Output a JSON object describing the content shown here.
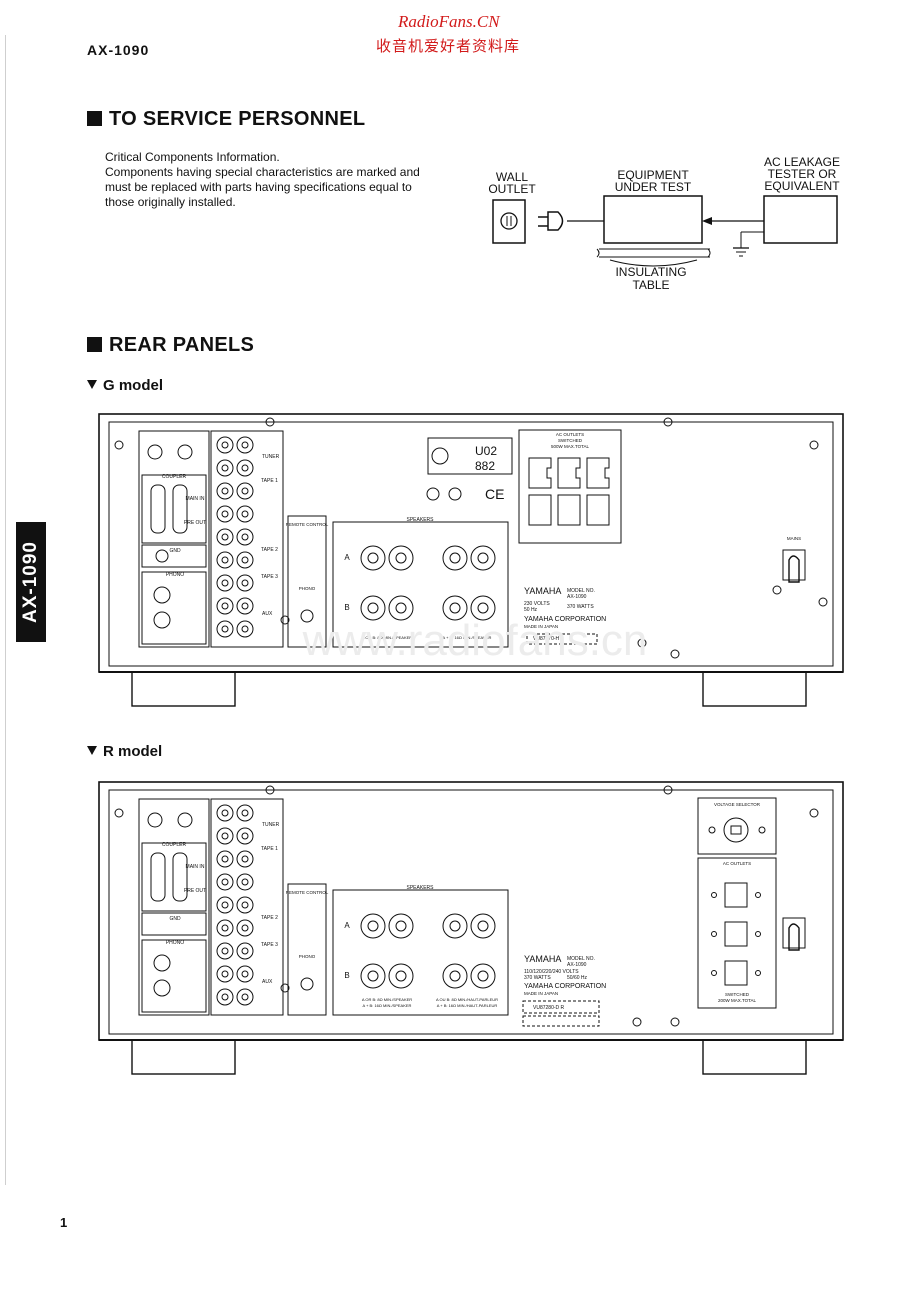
{
  "watermark": {
    "title": "RadioFans.CN",
    "subtitle": "收音机爱好者资料库",
    "faint": "www.radiofans.cn"
  },
  "header": {
    "model": "AX-1090"
  },
  "side_tab": {
    "label": "AX-1090"
  },
  "service": {
    "title": "TO SERVICE PERSONNEL",
    "lines": [
      "Critical Components Information.",
      "Components having special characteristics are marked and",
      "must be replaced with parts having specifications equal to",
      "those originally installed."
    ],
    "diagram": {
      "wall_outlet": [
        "WALL",
        "OUTLET"
      ],
      "equipment": [
        "EQUIPMENT",
        "UNDER TEST"
      ],
      "tester": [
        "AC LEAKAGE",
        "TESTER OR",
        "EQUIVALENT"
      ],
      "table": [
        "INSULATING",
        "TABLE"
      ]
    }
  },
  "rear": {
    "title": "REAR PANELS",
    "g_model": {
      "label": "G model",
      "input_labels": [
        "TUNER",
        "TAPE 1",
        "TAPE 2",
        "TAPE 3",
        "AUX"
      ],
      "coupler": "COUPLER",
      "main_in": "MAIN IN",
      "pre_out": "PRE OUT",
      "gnd": "GND",
      "phono": "PHONO",
      "remote": "REMOTE CONTROL",
      "remote_phono": "PHONO",
      "speakers": "SPEAKERS",
      "spk_a": "A",
      "spk_b": "B",
      "spk_note1": "A OR B: 8Ω MIN./SPEAKER",
      "spk_note2": "A + B: 16Ω MIN./SPEAKER",
      "approval": [
        "U02",
        "882"
      ],
      "ac_outlets": "AC OUTLETS",
      "switched": "SWITCHED",
      "max_total": "500W MAX.TOTAL",
      "brand": "YAMAHA",
      "model_no": "MODEL NO.",
      "model": "AX-1090",
      "volts": "230 VOLTS",
      "hz": "50 Hz",
      "watts": "370 WATTS",
      "corp": "YAMAHA CORPORATION",
      "made": "MADE IN JAPAN",
      "serial": "VU87270-H",
      "mains": "MAINS"
    },
    "r_model": {
      "label": "R model",
      "input_labels": [
        "TUNER",
        "TAPE 1",
        "TAPE 2",
        "TAPE 3",
        "AUX"
      ],
      "coupler": "COUPLER",
      "main_in": "MAIN IN",
      "pre_out": "PRE OUT",
      "gnd": "GND",
      "phono": "PHONO",
      "remote": "REMOTE CONTROL",
      "remote_phono": "PHONO",
      "speakers": "SPEAKERS",
      "spk_a": "A",
      "spk_b": "B",
      "spk_note1": "A OR B: 8Ω MIN./SPEAKER",
      "spk_note2": "A + B: 16Ω MIN./SPEAKER",
      "spk_note3": "A OU B: 8Ω MIN./HAUT-PARLEUR",
      "spk_note4": "A + B: 16Ω MIN./HAUT-PARLEUR",
      "voltage_selector": "VOLTAGE SELECTOR",
      "ac_outlets": "AC OUTLETS",
      "switched": "SWITCHED",
      "max_total": "200W MAX.TOTAL",
      "brand": "YAMAHA",
      "model_no": "MODEL NO.",
      "model": "AX-1090",
      "volts": "110/120/220/240 VOLTS",
      "hz": "50/60 Hz",
      "watts": "370 WATTS",
      "corp": "YAMAHA CORPORATION",
      "made": "MADE IN JAPAN",
      "serial": "VU87280-D R"
    }
  },
  "footer": {
    "page": "1"
  }
}
